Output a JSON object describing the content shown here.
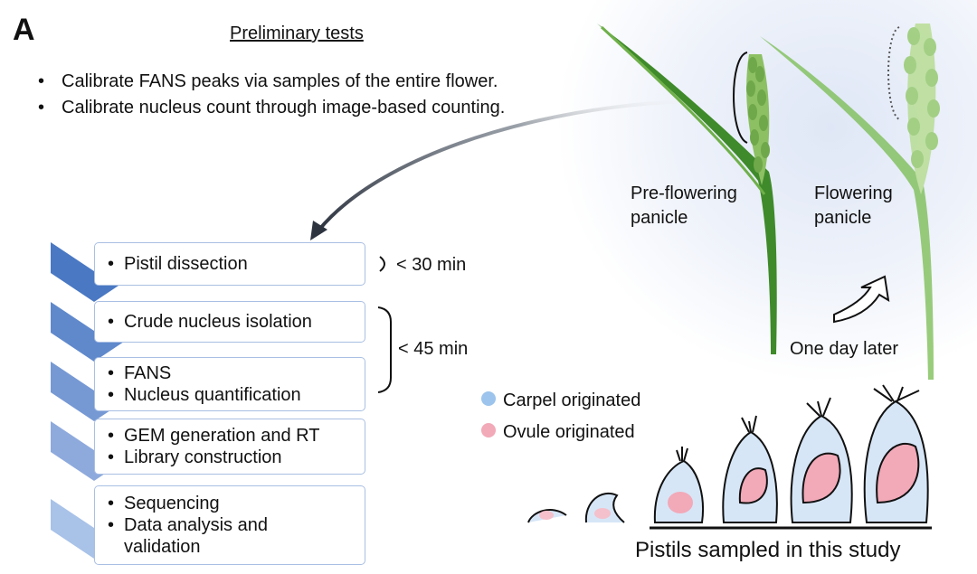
{
  "figure": {
    "panel_letter": "A",
    "preliminary": {
      "title": "Preliminary tests",
      "bullets": [
        "Calibrate FANS peaks via samples of the entire flower.",
        "Calibrate nucleus count through image-based counting."
      ]
    },
    "workflow_steps": [
      {
        "lines": [
          "Pistil dissection"
        ]
      },
      {
        "lines": [
          "Crude nucleus isolation"
        ]
      },
      {
        "lines": [
          "FANS",
          "Nucleus quantification"
        ]
      },
      {
        "lines": [
          "GEM generation and RT",
          "Library construction"
        ]
      },
      {
        "lines": [
          "Sequencing",
          "Data analysis and",
          "validation"
        ]
      }
    ],
    "timing": {
      "short": "< 30 min",
      "long": "< 45 min"
    },
    "panicles": {
      "pre_flowering": {
        "line1": "Pre-flowering",
        "line2": "panicle"
      },
      "flowering": {
        "line1": "Flowering",
        "line2": "panicle"
      },
      "transition": "One day later"
    },
    "legend": [
      {
        "label": "Carpel originated",
        "color": "#9cc4ec"
      },
      {
        "label": "Ovule originated",
        "color": "#f2a9b8"
      }
    ],
    "pistils_caption": "Pistils sampled in this study",
    "colors": {
      "chevron_dark": "#4a78c3",
      "chevron_light": "#a8c2e8",
      "box_border": "#a9bfe3",
      "leaf_dark": "#3f8a2a",
      "leaf_light": "#9fcf7a"
    }
  }
}
